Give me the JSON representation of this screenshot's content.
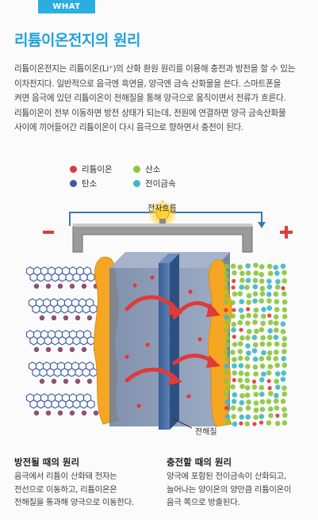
{
  "header": {
    "tag": "WHAT",
    "title": "리튬이온전지의 원리"
  },
  "intro": {
    "lines": [
      "리튬이온전지는 리튬이온(Li⁺)의 산화 환원 원리를 이용해 충전과 방전을 할 수 있는",
      "이차전지다. 일반적으로 음극엔 흑연을, 양극엔 금속 산화물을 쓴다. 스마트폰을",
      "켜면 음극에 있던 리튬이온이 전해질을 통해 양극으로 움직이면서 전류가 흐른다.",
      "리튬이온이 전부 이동하면 방전 상태가 되는데, 전원에 연결하면 양극 금속산화물",
      "사이에 끼어들어간 리튬이온이 다시 음극으로 향하면서 충전이 된다."
    ]
  },
  "legend": {
    "items": [
      {
        "label": "리튬이온",
        "color": "#e03a3a"
      },
      {
        "label": "산소",
        "color": "#8cc63f"
      },
      {
        "label": "탄소",
        "color": "#3b5aa5"
      },
      {
        "label": "전이금속",
        "color": "#3fb8c8"
      }
    ]
  },
  "diagram": {
    "current_label": "전자흐름",
    "minus": "−",
    "plus": "+",
    "electrolyte_label": "전해질"
  },
  "discharge": {
    "title": "방전될 때의 원리",
    "lines": [
      "음극에서 리튬이 산화돼 전자는",
      "전선으로 이동하고, 리튬이온은",
      "전해질을 통과해 양극으로 이동한다."
    ]
  },
  "charge": {
    "title": "충전할 때의 원리",
    "lines": [
      "양극에 포함된 전이금속이 산화되고,",
      "늘어나는 양이온의 양만큼 리튬이온이",
      "음극 쪽으로 방출된다."
    ]
  }
}
